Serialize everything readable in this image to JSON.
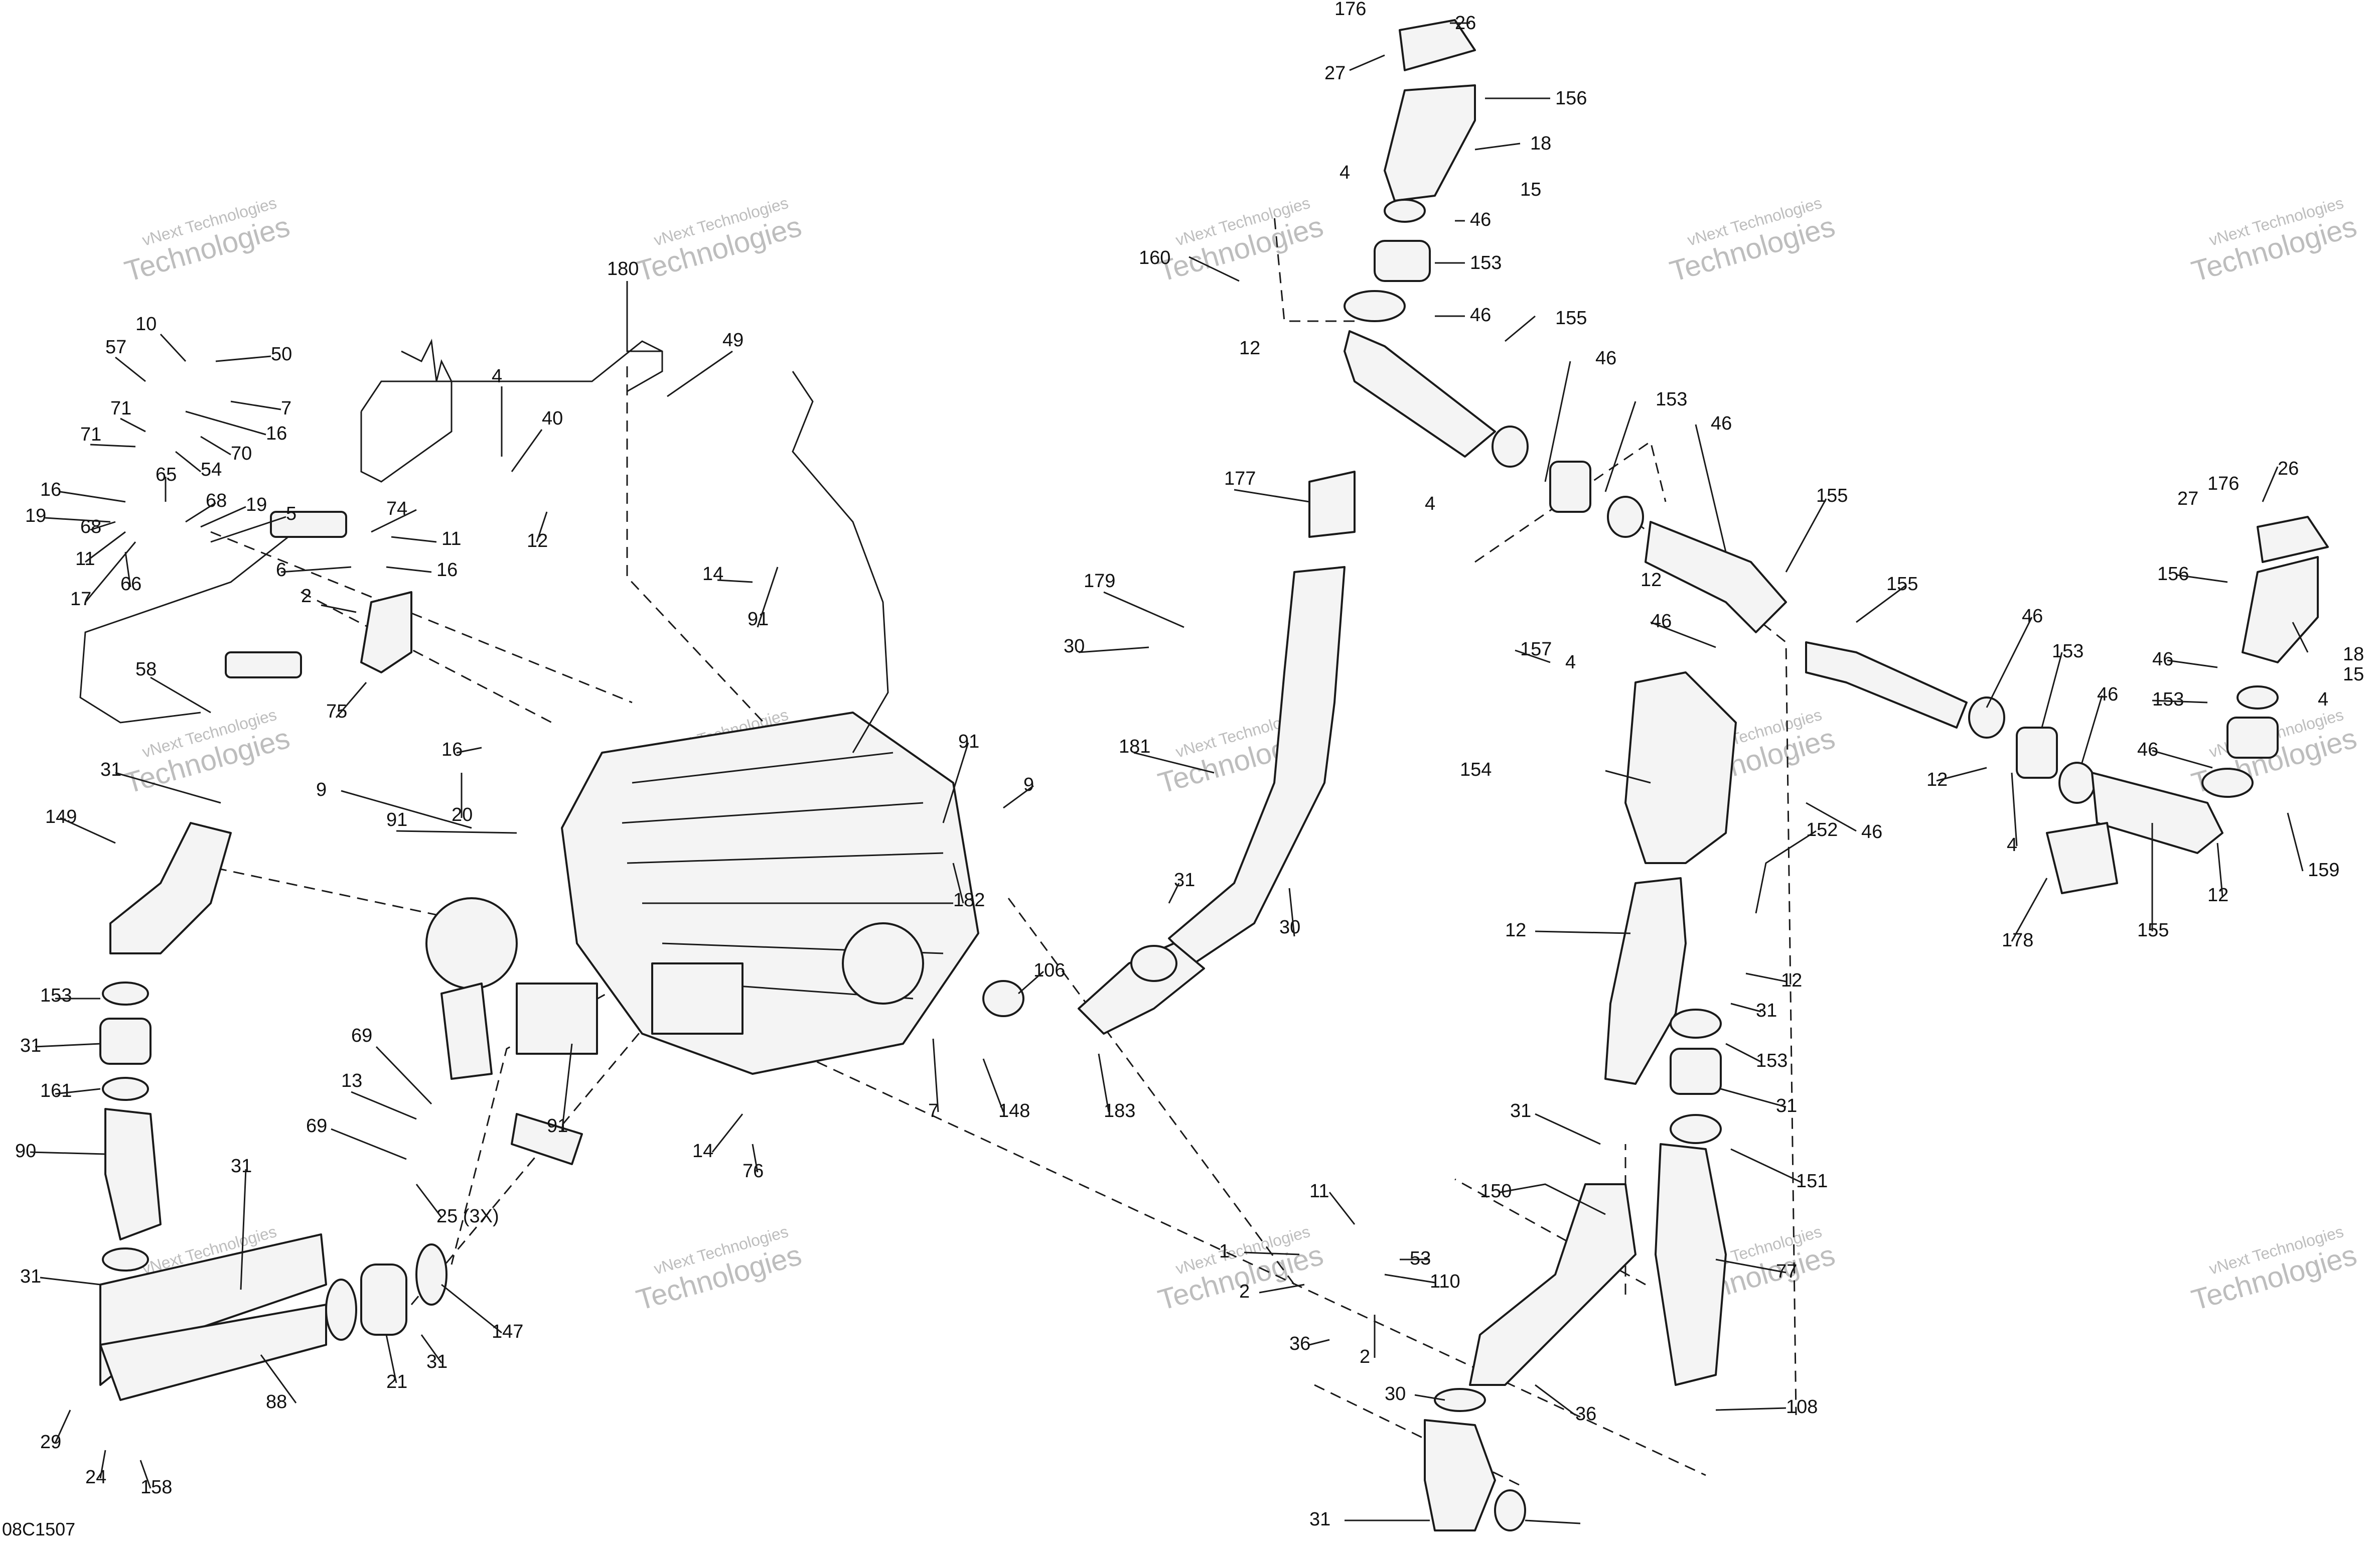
{
  "diagram_code": "08C1507",
  "watermark": {
    "line1": "vNext Technologies",
    "line2": "Technologies"
  },
  "callouts": [
    "176",
    "26",
    "27",
    "156",
    "18",
    "15",
    "4",
    "46",
    "153",
    "160",
    "12",
    "46",
    "155",
    "46",
    "153",
    "46",
    "4",
    "155",
    "12",
    "157",
    "46",
    "4",
    "154",
    "46",
    "155",
    "46",
    "153",
    "46",
    "12",
    "4",
    "159",
    "178",
    "155",
    "12",
    "176",
    "26",
    "27",
    "156",
    "18",
    "15",
    "46",
    "4",
    "153",
    "46",
    "180",
    "49",
    "10",
    "50",
    "57",
    "7",
    "71",
    "16",
    "71",
    "70",
    "54",
    "16",
    "65",
    "19",
    "68",
    "19",
    "68",
    "5",
    "11",
    "74",
    "11",
    "66",
    "6",
    "16",
    "17",
    "4",
    "40",
    "12",
    "2",
    "75",
    "58",
    "14",
    "91",
    "177",
    "179",
    "30",
    "181",
    "30",
    "16",
    "20",
    "9",
    "91",
    "9",
    "91",
    "31",
    "149",
    "182",
    "106",
    "31",
    "153",
    "31",
    "161",
    "183",
    "7",
    "148",
    "90",
    "69",
    "13",
    "69",
    "25 (3X)",
    "91",
    "14",
    "76",
    "31",
    "31",
    "147",
    "88",
    "31",
    "21",
    "29",
    "24",
    "158",
    "152",
    "12",
    "12",
    "31",
    "153",
    "31",
    "31",
    "151",
    "150",
    "77",
    "11",
    "1",
    "53",
    "2",
    "110",
    "2",
    "36",
    "30",
    "36",
    "108",
    "31"
  ]
}
